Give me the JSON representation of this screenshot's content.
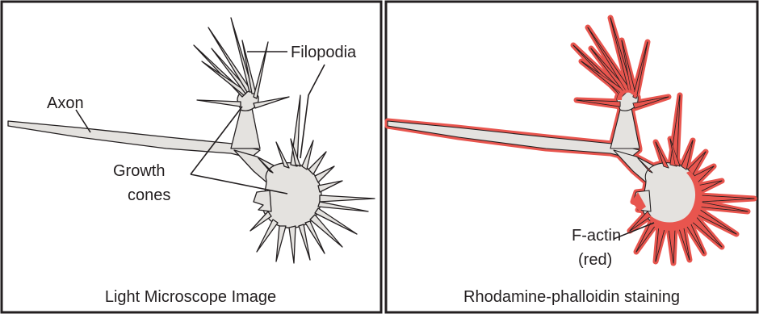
{
  "colors": {
    "cell_fill": "#e4e2df",
    "cell_stroke": "#231f20",
    "actin_red": "#e8554e",
    "frame": "#231f20",
    "background": "#ffffff"
  },
  "left_panel": {
    "caption": "Light Microscope Image",
    "labels": {
      "axon": "Axon",
      "filopodia": "Filopodia",
      "growth_line1": "Growth",
      "growth_line2": "cones"
    }
  },
  "right_panel": {
    "caption": "Rhodamine-phalloidin staining",
    "labels": {
      "factin_line1": "F-actin",
      "factin_line2": "(red)"
    }
  }
}
